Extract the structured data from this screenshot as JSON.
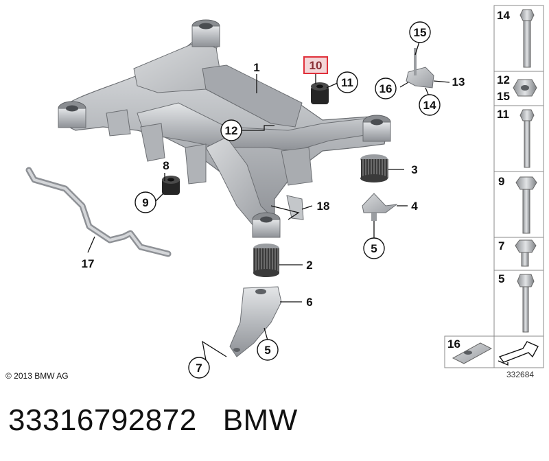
{
  "callouts": {
    "c1": "1",
    "c2": "2",
    "c3": "3",
    "c4": "4",
    "c5a": "5",
    "c5b": "5",
    "c6": "6",
    "c7": "7",
    "c8": "8",
    "c9": "9",
    "c10": "10",
    "c11": "11",
    "c12": "12",
    "c13": "13",
    "c14": "14",
    "c15": "15",
    "c16": "16",
    "c17": "17",
    "c18": "18"
  },
  "sidebar": {
    "items": [
      {
        "label": "14"
      },
      {
        "label": "12",
        "label2": "15"
      },
      {
        "label": "11"
      },
      {
        "label": "9"
      },
      {
        "label": "7"
      },
      {
        "label": "5"
      }
    ],
    "bottom_label": "16"
  },
  "footer": {
    "copyright": "© 2013 BMW AG",
    "diagram_number": "332684",
    "part_number": "33316792872",
    "brand": "BMW"
  },
  "colors": {
    "part_gray": "#b9bcc0",
    "part_dark": "#8d9095",
    "bushing_black": "#2a2a2a",
    "highlight_red": "#e0303a"
  }
}
